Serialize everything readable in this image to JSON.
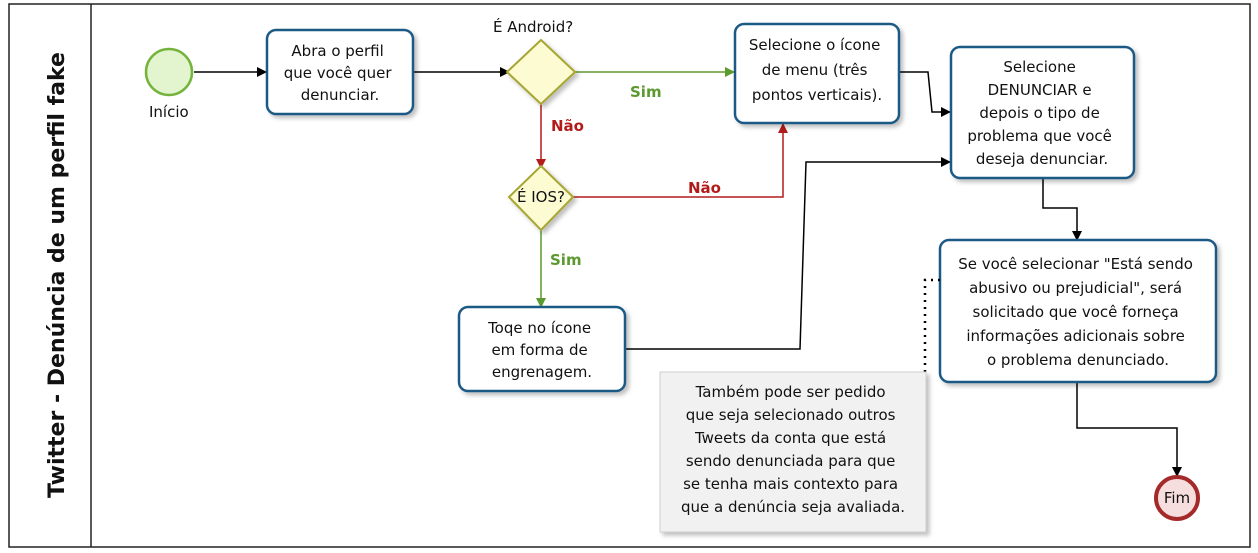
{
  "pool": {
    "title": "Twitter - Denúncia de um perfil fake"
  },
  "events": {
    "start": {
      "label": "Início"
    },
    "end": {
      "label": "Fim"
    }
  },
  "gateways": {
    "android": {
      "label": "É Android?"
    },
    "ios": {
      "label": "É IOS?"
    }
  },
  "tasks": {
    "abra": {
      "lines": [
        "Abra o perfil",
        "que você quer",
        "denunciar."
      ]
    },
    "menu": {
      "lines": [
        "Selecione o ícone",
        "de menu (três",
        "pontos verticais)."
      ]
    },
    "denunciar": {
      "lines": [
        "Selecione",
        "DENUNCIAR e",
        "depois o tipo de",
        "problema que você",
        "deseja denunciar."
      ]
    },
    "engrenagem": {
      "lines": [
        "Toqe no ícone",
        "em forma de",
        "engrenagem."
      ]
    },
    "abusivo": {
      "lines": [
        "Se você selecionar \"Está sendo",
        "abusivo ou prejudicial\", será",
        "solicitado que você forneça",
        "informações adicionais sobre",
        "o problema denunciado."
      ]
    }
  },
  "annotation": {
    "lines": [
      "Também pode ser pedido",
      "que seja selecionado outros",
      "Tweets da conta que está",
      "sendo denunciada para que",
      "se tenha mais contexto para",
      "que a denúncia seja avaliada."
    ]
  },
  "flow_labels": {
    "android_sim": "Sim",
    "android_nao": "Não",
    "ios_nao": "Não",
    "ios_sim": "Sim"
  },
  "colors": {
    "task_border": "#1f5a86",
    "gateway_fill": "#fdfbd2",
    "gateway_border": "#a7a630",
    "start_fill": "#e3f5cf",
    "start_border": "#74b33c",
    "end_fill": "#f7dede",
    "end_border": "#a42a2a",
    "yes_color": "#5b9a2e",
    "no_color": "#b31b1b"
  }
}
